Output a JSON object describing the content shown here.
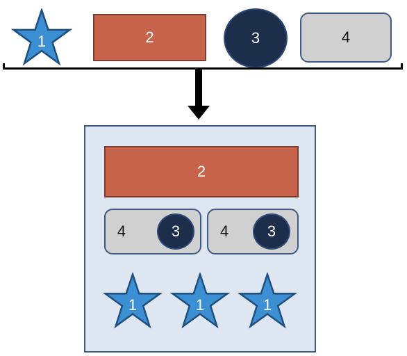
{
  "colors": {
    "star_fill": "#3c8fd3",
    "star_stroke": "#1f4f7f",
    "rect_fill": "#c7634a",
    "circle_fill": "#1c2e4a",
    "rounded_fill": "#d0d0d0",
    "panel_fill": "#dde6f1",
    "panel_border": "#3d5a87"
  },
  "top_row": {
    "star": "1",
    "rect": "2",
    "circle": "3",
    "rounded": "4"
  },
  "panel": {
    "rect": "2",
    "cards": [
      {
        "num": "4",
        "circle": "3"
      },
      {
        "num": "4",
        "circle": "3"
      }
    ],
    "stars": [
      "1",
      "1",
      "1"
    ]
  }
}
